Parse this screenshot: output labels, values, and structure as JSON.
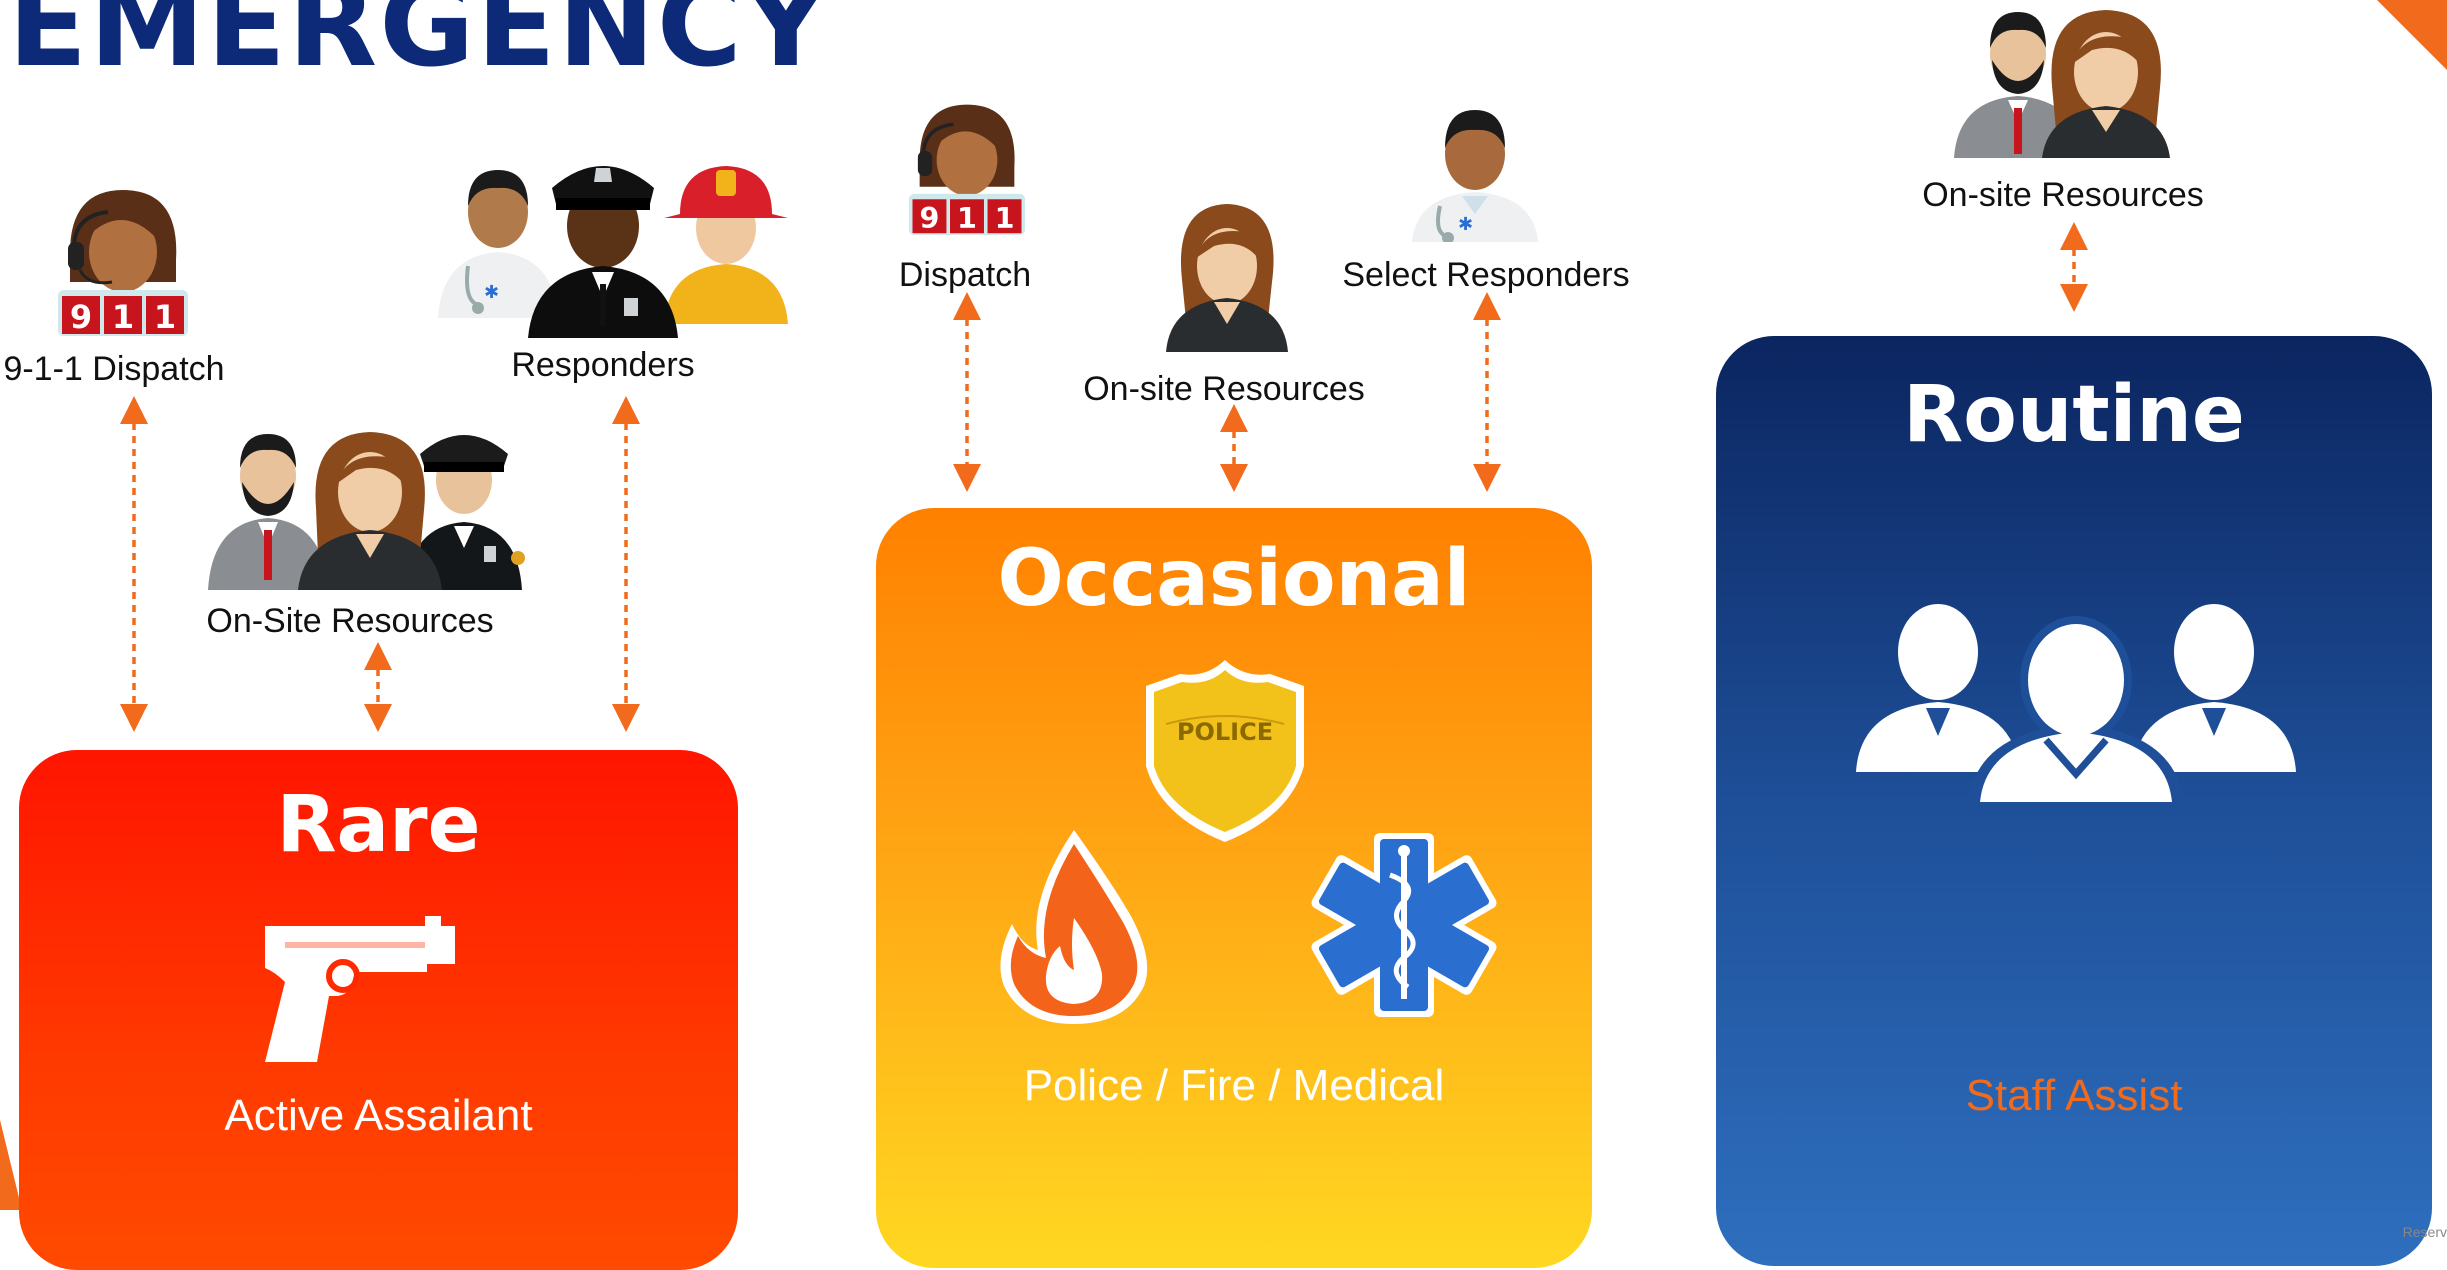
{
  "title": "EMERGENCY",
  "left": {
    "dispatch_label": "9-1-1 Dispatch",
    "dispatch_badge": [
      "9",
      "1",
      "1"
    ],
    "responders_label": "Responders",
    "onsite_label": "On-Site Resources"
  },
  "middle": {
    "dispatch_label": "Dispatch",
    "dispatch_badge": [
      "9",
      "1",
      "1"
    ],
    "onsite_label": "On-site Resources",
    "select_label": "Select Responders"
  },
  "right": {
    "onsite_label": "On-site Resources"
  },
  "cards": {
    "rare": {
      "title": "Rare",
      "caption": "Active Assailant",
      "icon": "handgun-icon"
    },
    "occasional": {
      "title": "Occasional",
      "caption": "Police / Fire / Medical",
      "badge_text": "POLICE",
      "icons": [
        "police-badge-icon",
        "fire-icon",
        "star-of-life-icon"
      ]
    },
    "routine": {
      "title": "Routine",
      "caption": "Staff Assist",
      "icon": "people-group-icon"
    }
  },
  "footer": "Reserv",
  "colors": {
    "title": "#0c2a78",
    "arrow": "#f26a1b",
    "rare": "#ff2a00",
    "occasional": "#ffa514",
    "routine": "#1e4f98",
    "staff_assist": "#f26a1b"
  }
}
